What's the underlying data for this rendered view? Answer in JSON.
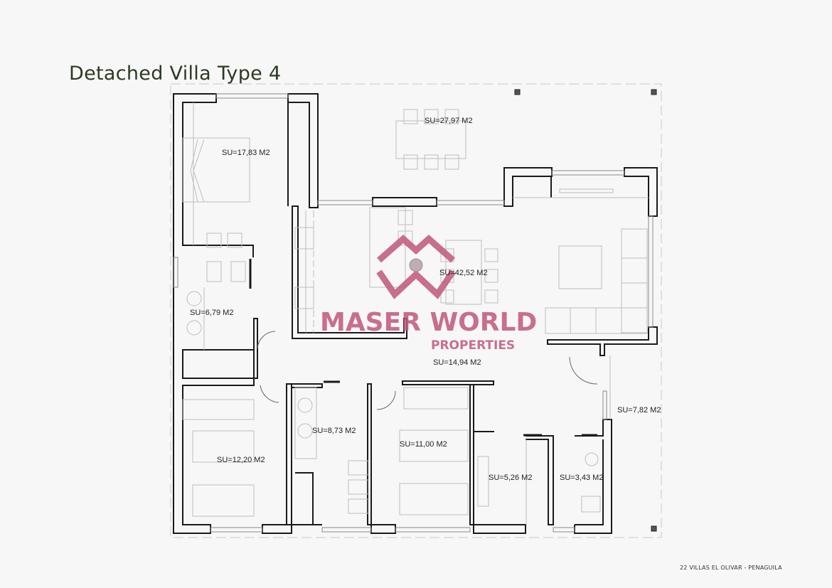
{
  "page": {
    "title": "Detached Villa Type 4",
    "footer": "22  VILLAS EL OLIVAR - PENAGUILA"
  },
  "watermark": {
    "brand": "MASER WORLD",
    "sub": "PROPERTIES",
    "color": "#c0577c"
  },
  "rooms": [
    {
      "id": "terrace",
      "label": "SU=27,97 M2"
    },
    {
      "id": "master-bedroom",
      "label": "SU=17,83 M2"
    },
    {
      "id": "living-kitchen",
      "label": "SU=42,52 M2"
    },
    {
      "id": "ensuite-bath",
      "label": "SU=6,79 M2"
    },
    {
      "id": "hallway",
      "label": "SU=14,94 M2"
    },
    {
      "id": "bedroom-2",
      "label": "SU=12,20 M2"
    },
    {
      "id": "bathroom",
      "label": "SU=8,73 M2"
    },
    {
      "id": "bedroom-3",
      "label": "SU=11,00 M2"
    },
    {
      "id": "storage",
      "label": "SU=5,26 M2"
    },
    {
      "id": "toilet",
      "label": "SU=3,43 M2"
    },
    {
      "id": "porch",
      "label": "SU=7,82 M2"
    }
  ],
  "colors": {
    "wall": "#1a1a1a",
    "furniture": "#bdbdbd",
    "background": "#f7f7f7",
    "title": "#2c3a22"
  }
}
